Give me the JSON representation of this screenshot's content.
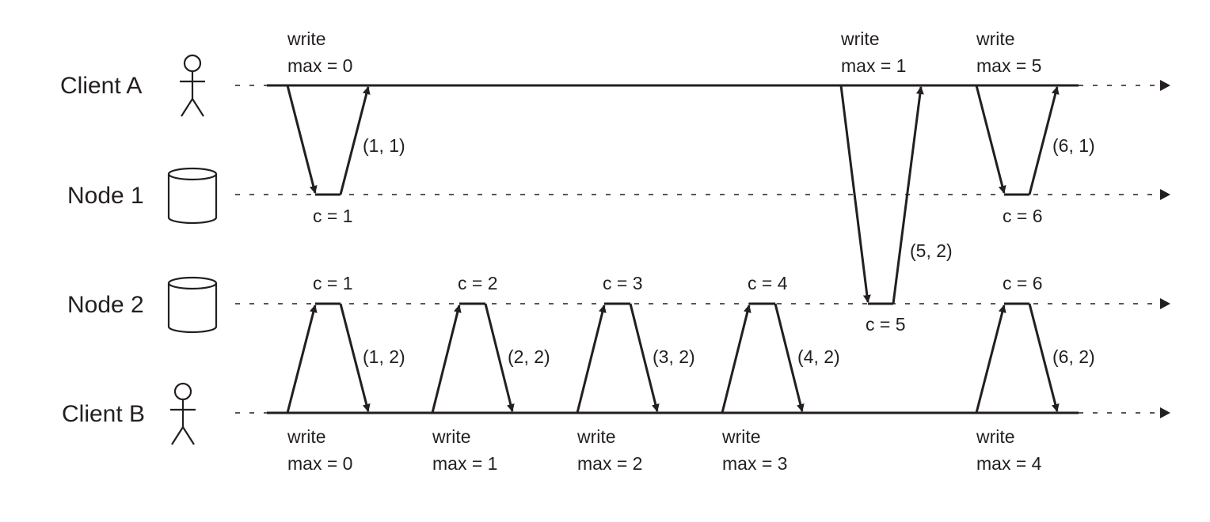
{
  "actors": {
    "client_a": "Client A",
    "node_1": "Node 1",
    "node_2": "Node 2",
    "client_b": "Client B"
  },
  "client_a_writes": [
    {
      "op": "write",
      "max": "max = 0"
    },
    {
      "op": "write",
      "max": "max = 1"
    },
    {
      "op": "write",
      "max": "max = 5"
    }
  ],
  "client_b_writes": [
    {
      "op": "write",
      "max": "max = 0"
    },
    {
      "op": "write",
      "max": "max = 1"
    },
    {
      "op": "write",
      "max": "max = 2"
    },
    {
      "op": "write",
      "max": "max = 3"
    },
    {
      "op": "write",
      "max": "max = 4"
    }
  ],
  "node_1_counters": [
    "c = 1",
    "c = 6"
  ],
  "node_2_counters": [
    "c = 1",
    "c = 2",
    "c = 3",
    "c = 4",
    "c = 5",
    "c = 6"
  ],
  "responses": {
    "a1": "(1, 1)",
    "a2": "(5, 2)",
    "a3": "(6, 1)",
    "b1": "(1, 2)",
    "b2": "(2, 2)",
    "b3": "(3, 2)",
    "b4": "(4, 2)",
    "b5": "(6, 2)"
  }
}
